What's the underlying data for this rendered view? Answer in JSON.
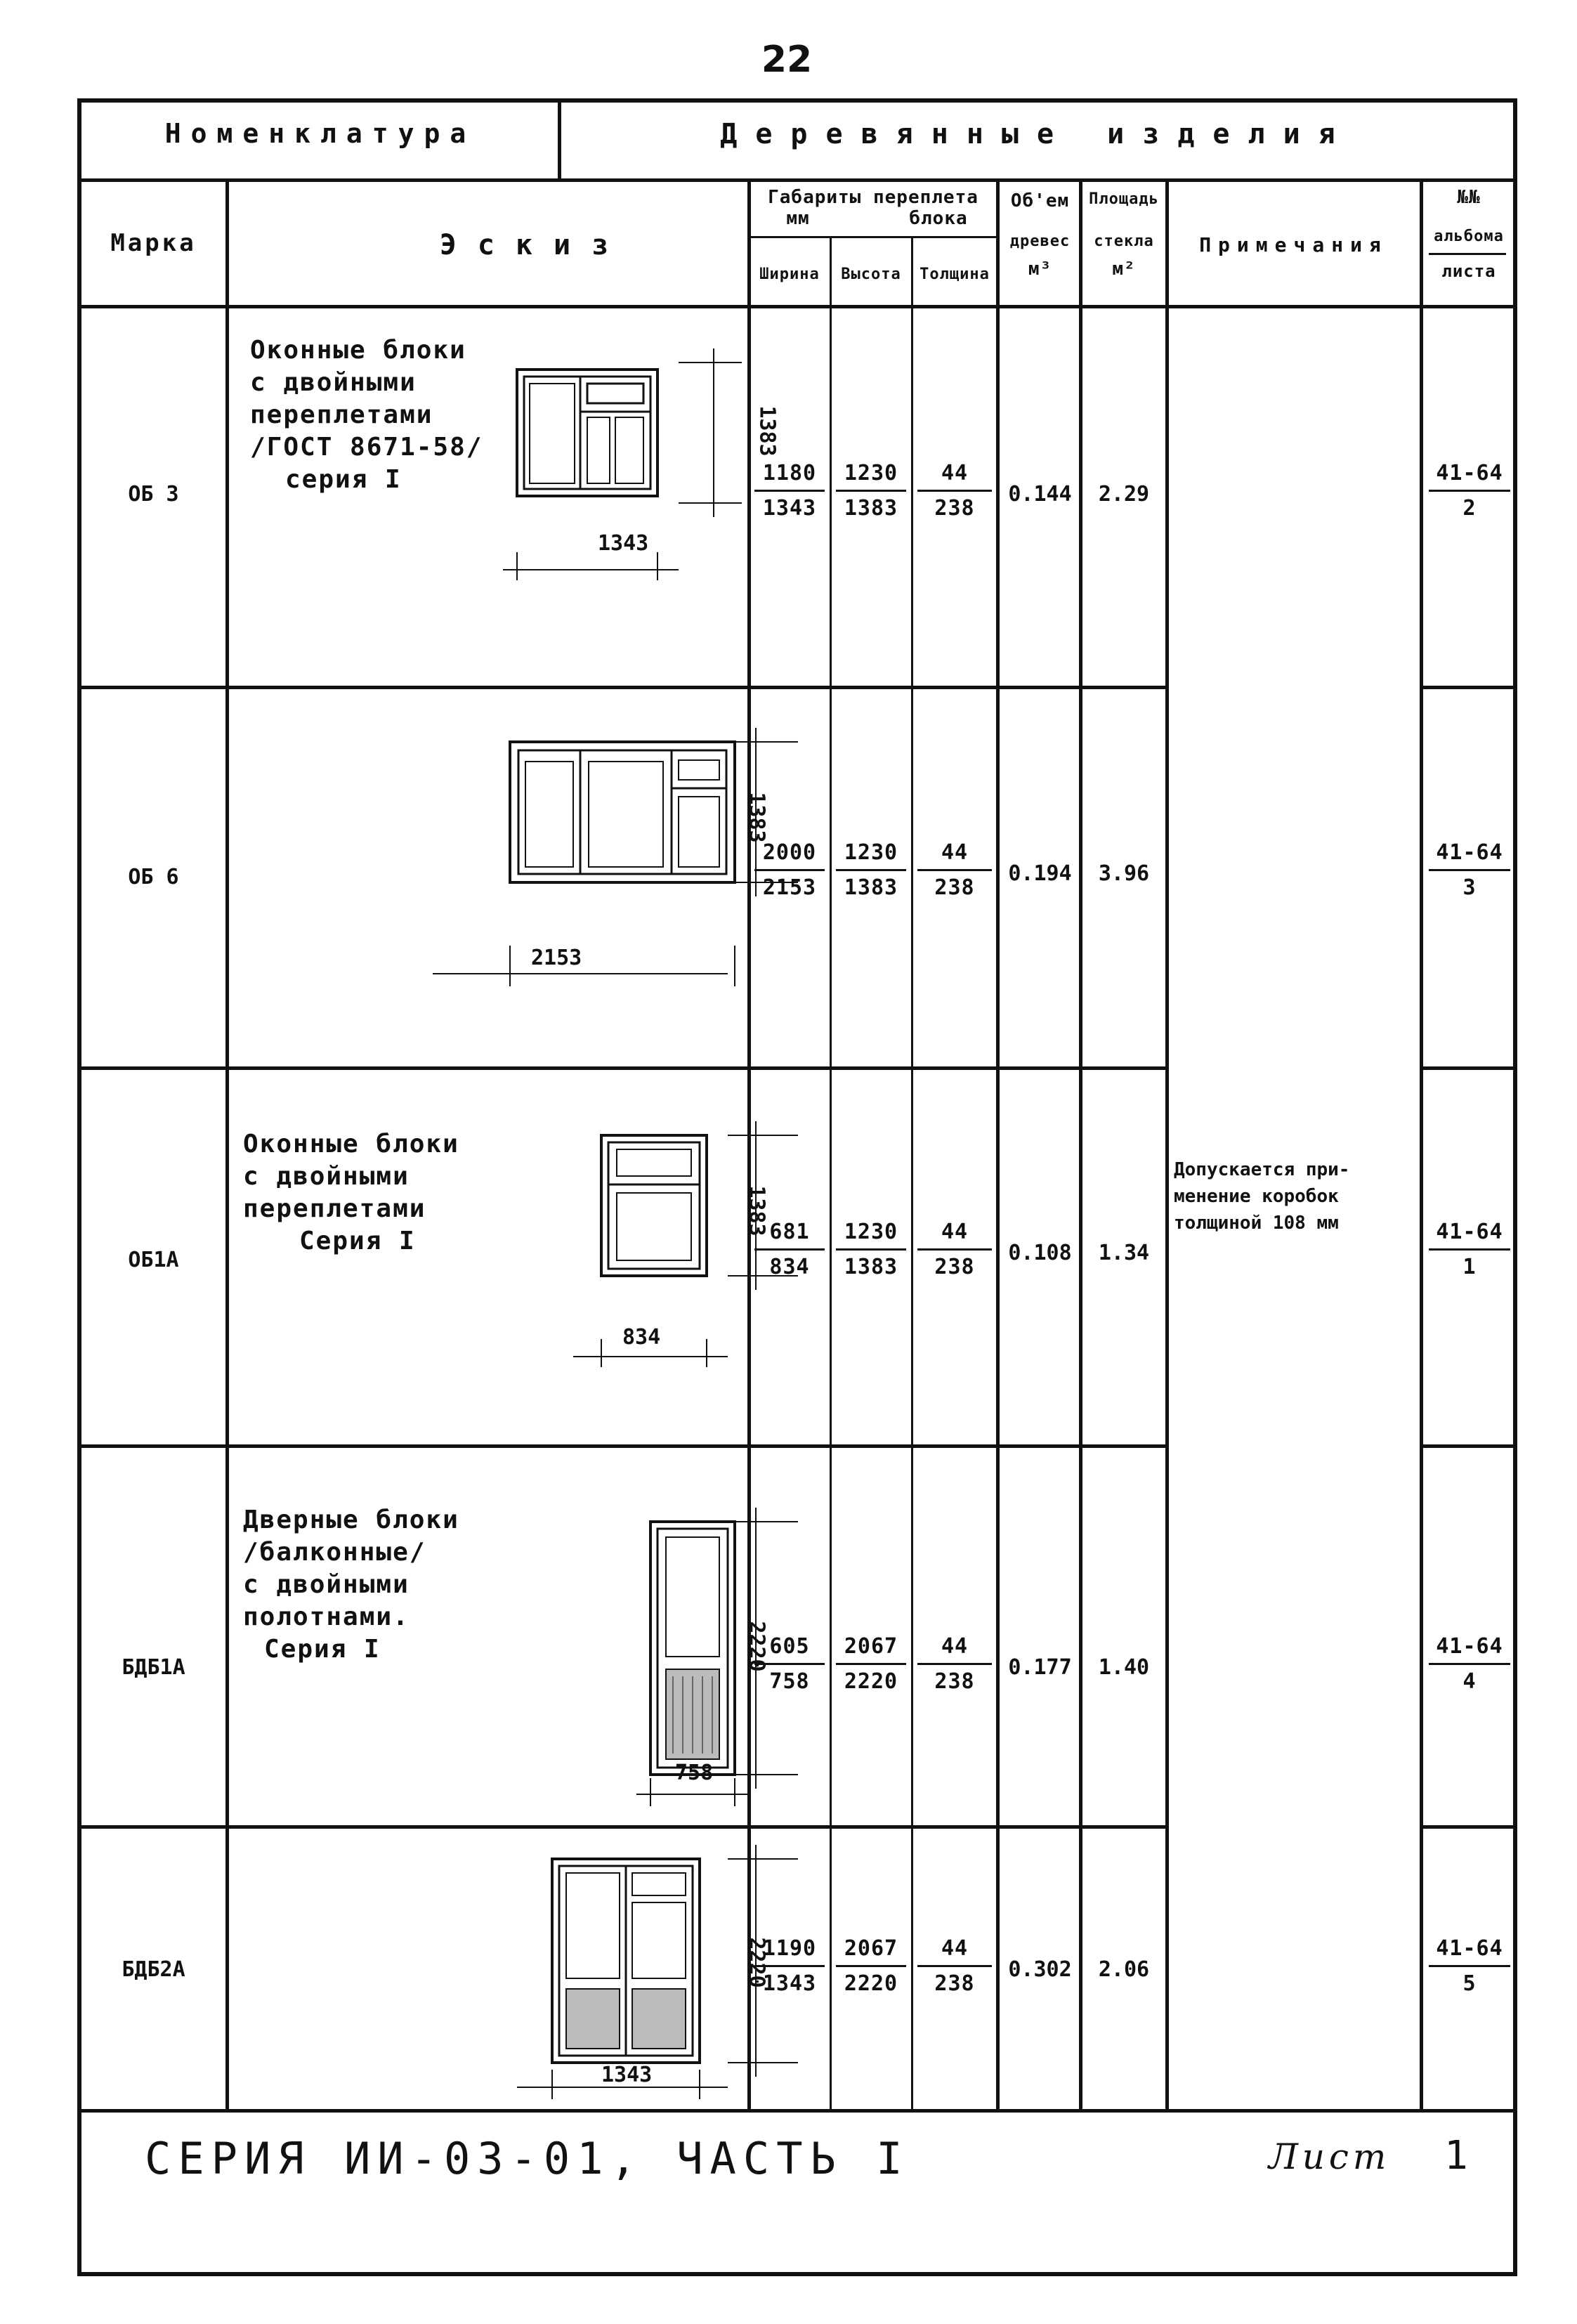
{
  "page_number": "22",
  "header": {
    "nomenclature": "Номенклатура",
    "category": "Деревянные изделия"
  },
  "columns": {
    "mark": "Марка",
    "sketch": "Эскиз",
    "dims_group_line1": "Габариты переплета",
    "dims_group_mm": "мм",
    "dims_group_box": "блока",
    "width": "Ширина",
    "height": "Высота",
    "thickness": "Толщина",
    "volume_line1": "Об'ем",
    "volume_line2": "древес",
    "volume_unit": "м³",
    "glass_line1": "Площадь",
    "glass_line2": "стекла",
    "glass_unit": "м²",
    "notes": "Примечания",
    "album_line1": "№№",
    "album_line2": "альбома",
    "album_line3": "листа"
  },
  "rows": [
    {
      "mark": "ОБ 3",
      "description": [
        "Оконные блоки",
        "с двойными",
        "переплетами",
        "/ГОСТ 8671-58/",
        "серия I"
      ],
      "dim_w": "1343",
      "dim_h": "1383",
      "width": {
        "num": "1180",
        "den": "1343"
      },
      "height": {
        "num": "1230",
        "den": "1383"
      },
      "thickness": {
        "num": "44",
        "den": "238"
      },
      "volume": "0.144",
      "glass": "2.29",
      "album": {
        "num": "41-64",
        "den": "2"
      }
    },
    {
      "mark": "ОБ 6",
      "description": [],
      "dim_w": "2153",
      "dim_h": "1383",
      "width": {
        "num": "2000",
        "den": "2153"
      },
      "height": {
        "num": "1230",
        "den": "1383"
      },
      "thickness": {
        "num": "44",
        "den": "238"
      },
      "volume": "0.194",
      "glass": "3.96",
      "album": {
        "num": "41-64",
        "den": "3"
      }
    },
    {
      "mark": "ОБ1А",
      "description": [
        "Оконные блоки",
        "с двойными",
        "переплетами",
        "Серия I"
      ],
      "dim_w": "834",
      "dim_h": "1383",
      "width": {
        "num": "681",
        "den": "834"
      },
      "height": {
        "num": "1230",
        "den": "1383"
      },
      "thickness": {
        "num": "44",
        "den": "238"
      },
      "volume": "0.108",
      "glass": "1.34",
      "album": {
        "num": "41-64",
        "den": "1"
      }
    },
    {
      "mark": "БДБ1А",
      "description": [
        "Дверные блоки",
        "/балконные/",
        "с двойными",
        "полотнами.",
        "Серия I"
      ],
      "dim_w": "758",
      "dim_h": "2220",
      "width": {
        "num": "605",
        "den": "758"
      },
      "height": {
        "num": "2067",
        "den": "2220"
      },
      "thickness": {
        "num": "44",
        "den": "238"
      },
      "volume": "0.177",
      "glass": "1.40",
      "album": {
        "num": "41-64",
        "den": "4"
      }
    },
    {
      "mark": "БДБ2А",
      "description": [],
      "dim_w": "1343",
      "dim_h": "2220",
      "width": {
        "num": "1190",
        "den": "1343"
      },
      "height": {
        "num": "2067",
        "den": "2220"
      },
      "thickness": {
        "num": "44",
        "den": "238"
      },
      "volume": "0.302",
      "glass": "2.06",
      "album": {
        "num": "41-64",
        "den": "5"
      }
    }
  ],
  "note": [
    "Допускается при-",
    "менение коробок",
    "толщиной 108 мм"
  ],
  "footer": {
    "series": "СЕРИЯ ИИ-03-01, ЧАСТЬ I",
    "sheet_label": "Лист",
    "sheet_number": "1"
  }
}
